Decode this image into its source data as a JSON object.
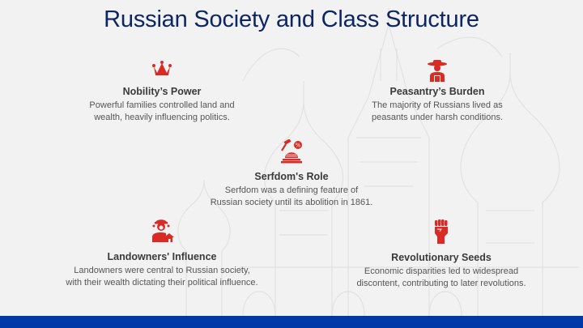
{
  "slide": {
    "title": "Russian Society and Class Structure",
    "accent_color": "#d92b25",
    "title_color": "#0d2563",
    "footer_color": "#0038a8",
    "background_watermark": "st-basils-cathedral-outline"
  },
  "cards": [
    {
      "icon": "crown-icon",
      "title": "Nobility’s Power",
      "line1": "Powerful families controlled land and",
      "line2": "wealth, heavily influencing politics."
    },
    {
      "icon": "peasant-icon",
      "title": "Peasantry’s Burden",
      "line1": "The majority of Russians lived as",
      "line2": "peasants under harsh conditions."
    },
    {
      "icon": "gavel-law-icon",
      "title": "Serfdom's Role",
      "line1": "Serfdom was a defining feature of",
      "line2": "Russian society until its abolition in 1861."
    },
    {
      "icon": "landowner-icon",
      "title": "Landowners' Influence",
      "line1": "Landowners were central to Russian society,",
      "line2": "with their wealth dictating their political influence."
    },
    {
      "icon": "raised-fist-icon",
      "title": "Revolutionary Seeds",
      "line1": "Economic disparities led to widespread",
      "line2": "discontent, contributing to later revolutions."
    }
  ]
}
